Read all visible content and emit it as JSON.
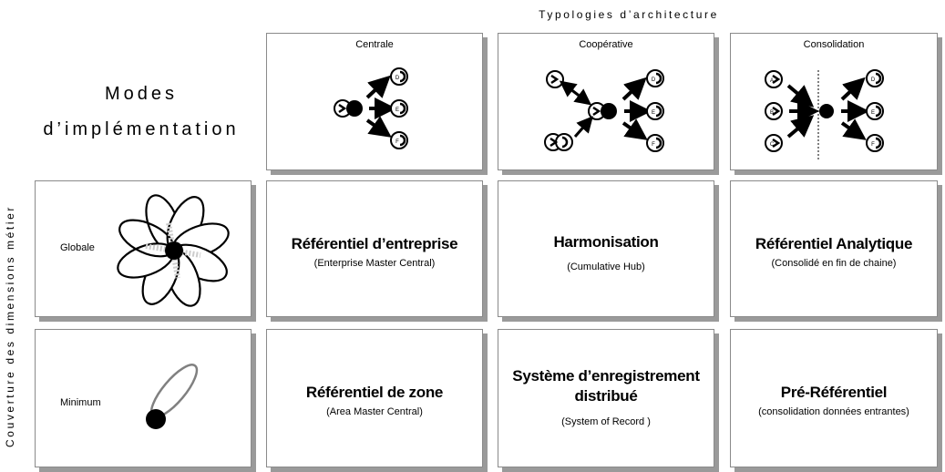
{
  "top_label": "Typologies d’architecture",
  "modes_label": [
    "Modes",
    "d’implémentation"
  ],
  "side_label": "Couverture des dimensions métier",
  "columns": [
    {
      "title": "Centrale"
    },
    {
      "title": "Coopérative"
    },
    {
      "title": "Consolidation"
    }
  ],
  "rows": [
    {
      "label": "Globale"
    },
    {
      "label": "Minimum"
    }
  ],
  "cells": [
    {
      "title": "Référentiel d’entreprise",
      "subtitle": "(Enterprise Master Central)"
    },
    {
      "title": "Harmonisation",
      "subtitle": "(Cumulative Hub)"
    },
    {
      "title": "Référentiel Analytique",
      "subtitle": "(Consolidé en fin de chaine)"
    },
    {
      "title": "Référentiel de zone",
      "subtitle": "(Area Master Central)"
    },
    {
      "title": "Système d’enregistrement distribué",
      "subtitle": "(System of Record )"
    },
    {
      "title": "Pré-Référentiel",
      "subtitle": "(consolidation données entrantes)"
    }
  ],
  "node_letters": {
    "a": "A",
    "b": "B",
    "c": "C",
    "d": "D",
    "e": "E",
    "f": "F"
  }
}
